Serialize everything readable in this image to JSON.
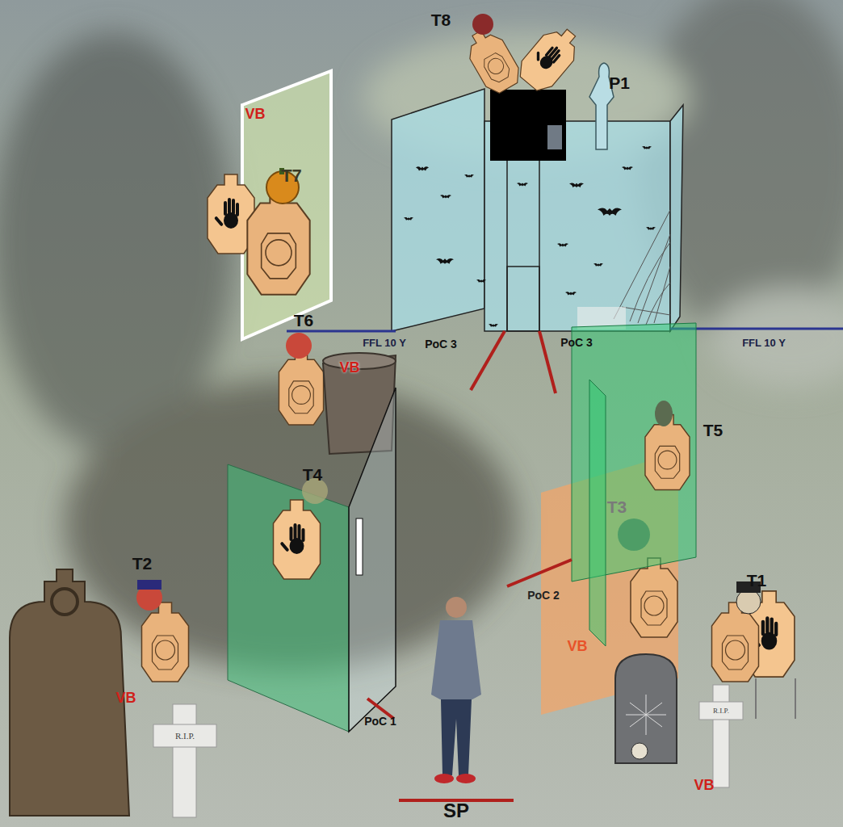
{
  "diagram": {
    "labels": [
      "T8",
      "P1",
      "VB",
      "T7",
      "T6",
      "FFL 10 Y",
      "PoC 3",
      "PoC 3",
      "FFL 10 Y",
      "VB",
      "T5",
      "T4",
      "T3",
      "T2",
      "PoC 2",
      "T1",
      "VB",
      "VB",
      "PoC 1",
      "R.I.P.",
      "R.I.P.",
      "SP",
      "VB"
    ]
  }
}
